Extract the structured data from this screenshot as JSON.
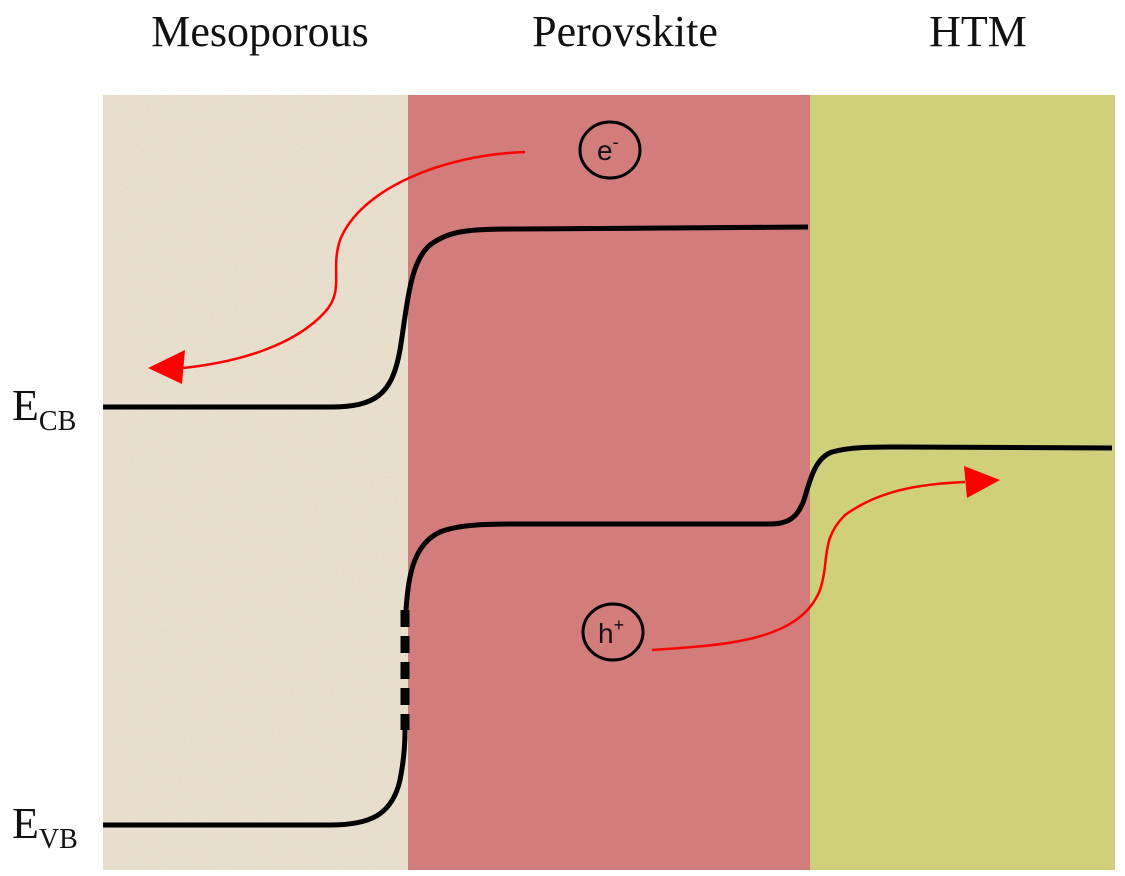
{
  "layers": {
    "mesoporous": {
      "label": "Mesoporous",
      "color": "#ede4d4"
    },
    "perovskite": {
      "label": "Perovskite",
      "color": "#d27c7c"
    },
    "htm": {
      "label": "HTM",
      "color": "#cfcf7c"
    }
  },
  "levels": {
    "conduction": {
      "main": "E",
      "sub": "CB"
    },
    "valence": {
      "main": "E",
      "sub": "VB"
    }
  },
  "carriers": {
    "electron": {
      "base": "e",
      "sup": "-"
    },
    "hole": {
      "base": "h",
      "sup": "+"
    }
  },
  "colors": {
    "band_line": "#000000",
    "transfer_arrow": "#ff0000"
  }
}
